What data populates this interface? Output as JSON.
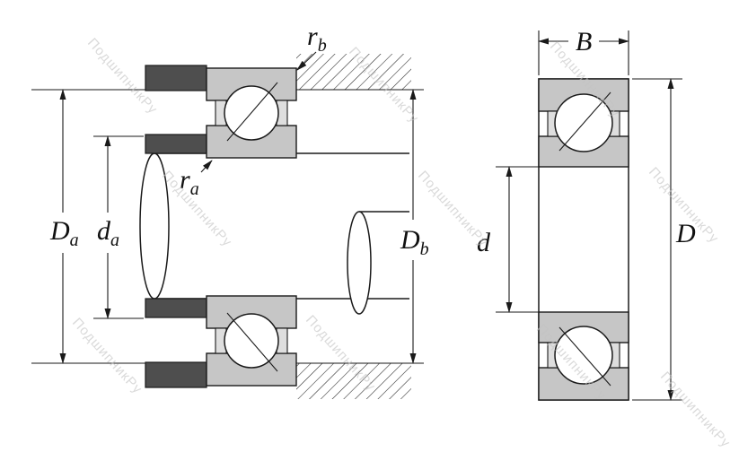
{
  "diagram": {
    "watermark": {
      "text": "ПодшипникРу",
      "color": "#c8c8c8"
    },
    "colors": {
      "ring_fill": "#c6c6c6",
      "spacer_fill": "#4e4e4e",
      "line": "#1a1a1a",
      "background": "#ffffff"
    },
    "dimensions": {
      "Da": {
        "base": "D",
        "sub": "a"
      },
      "da": {
        "base": "d",
        "sub": "a"
      },
      "Db": {
        "base": "D",
        "sub": "b"
      },
      "ra": {
        "base": "r",
        "sub": "a"
      },
      "rb": {
        "base": "r",
        "sub": "b"
      },
      "B": {
        "base": "B",
        "sub": ""
      },
      "d": {
        "base": "d",
        "sub": ""
      },
      "D": {
        "base": "D",
        "sub": ""
      }
    }
  }
}
